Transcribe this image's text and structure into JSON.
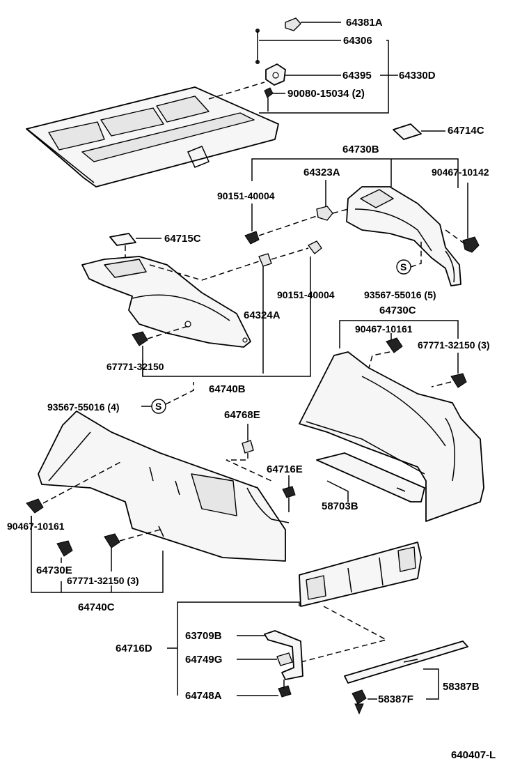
{
  "diagram_id": "640407-L",
  "labels": {
    "p64381A": "64381A",
    "p64306": "64306",
    "p64395": "64395",
    "p64330D": "64330D",
    "p90080_15034": "90080-15034 (2)",
    "p64714C": "64714C",
    "p64730B": "64730B",
    "p64323A": "64323A",
    "p90467_10142": "90467-10142",
    "p90151_40004_a": "90151-40004",
    "p64715C": "64715C",
    "p90151_40004_b": "90151-40004",
    "p93567_55016_5": "93567-55016 (5)",
    "p64324A": "64324A",
    "p64730C": "64730C",
    "p90467_10161_a": "90467-10161",
    "p67771_32150_3a": "67771-32150 (3)",
    "p67771_32150": "67771-32150",
    "p64740B": "64740B",
    "p93567_55016_4": "93567-55016 (4)",
    "p64768E": "64768E",
    "p64716E": "64716E",
    "p58703B": "58703B",
    "p90467_10161_b": "90467-10161",
    "p64730E": "64730E",
    "p67771_32150_3b": "67771-32150 (3)",
    "p64740C": "64740C",
    "p64716D": "64716D",
    "p63709B": "63709B",
    "p64749G": "64749G",
    "p64748A": "64748A",
    "p58387F": "58387F",
    "p58387B": "58387B",
    "clip_symbol": "S"
  }
}
